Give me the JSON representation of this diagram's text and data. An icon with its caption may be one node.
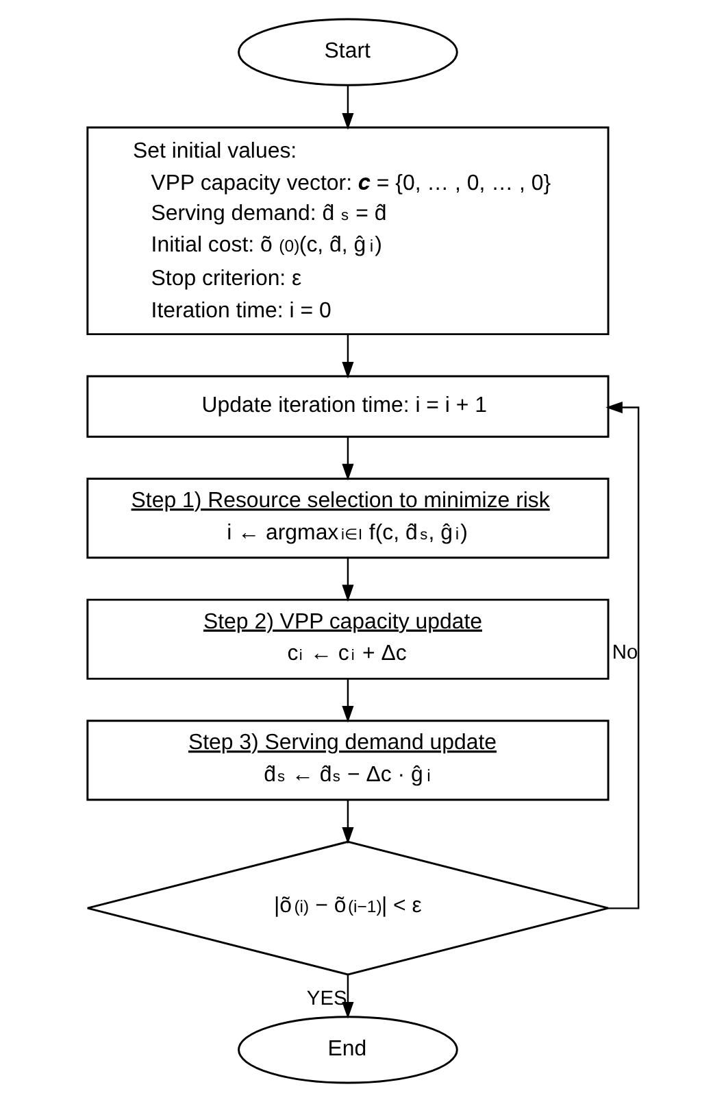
{
  "diagram": {
    "nodes": [
      {
        "text": [
          "Start"
        ]
      },
      {
        "text": [
          "Set initial values:",
          "VPP capacity vector: 𝒄 = {0, … , 0, … , 0}",
          "Serving demand: d̂$_{s}$ = d̂",
          "Initial cost: õ$^{(0)}$(c, d̂, ĝ$^{i}$)",
          "Stop criterion: ε",
          "Iteration time: i = 0"
        ]
      },
      {
        "text": [
          "Update iteration time: i = i + 1"
        ]
      },
      {
        "text": [
          "Step 1) Resource selection to minimize risk",
          "i ← argmax$_{i∈I}$ f(c, d̂$_{s}$, ĝ$^{i}$)"
        ]
      },
      {
        "text": [
          "Step 2) VPP capacity update",
          "c$_{i}$ ← c$_{i}$ + Δc"
        ]
      },
      {
        "text": [
          "Step 3) Serving demand update",
          "d̂$_{s}$ ← d̂$_{s}$ − Δc · ĝ$^{i}$"
        ]
      },
      {
        "text": [
          "|õ$^{(i)}$ − õ$^{(i−1)}$| < ε"
        ]
      },
      {
        "text": [
          "End"
        ]
      }
    ],
    "edges": [
      {
        "from": 0,
        "to": 1,
        "arrow": "to"
      },
      {
        "from": 1,
        "to": 2,
        "arrow": "to"
      },
      {
        "from": 2,
        "to": 3,
        "arrow": "to"
      },
      {
        "from": 3,
        "to": 4,
        "arrow": "to"
      },
      {
        "from": 4,
        "to": 5,
        "arrow": "to"
      },
      {
        "from": 5,
        "to": 6,
        "arrow": "to"
      },
      {
        "from": 6,
        "to": 7,
        "arrow": "to",
        "label": "YES"
      },
      {
        "from": 6,
        "to": 2,
        "arrow": "to",
        "label": "No"
      }
    ]
  }
}
